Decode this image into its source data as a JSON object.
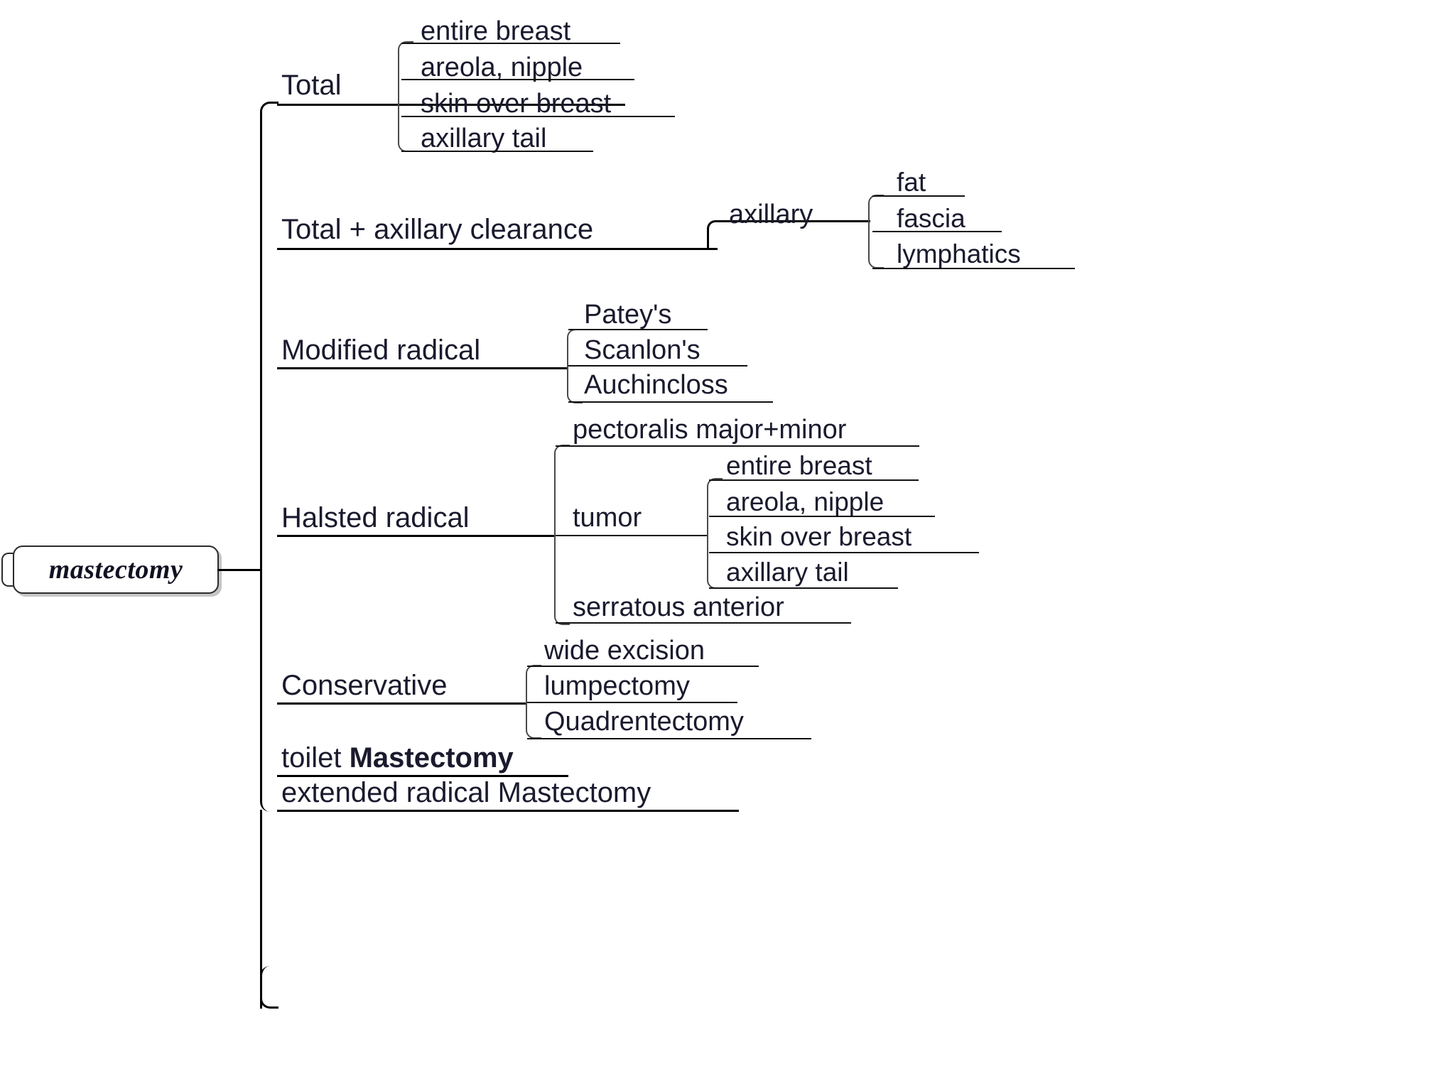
{
  "diagram": {
    "title": "mastectomy",
    "type": "mind-map",
    "root": {
      "label": "mastectomy",
      "style": "bold-italic-serif-rounded-box"
    },
    "branches": [
      {
        "id": "total",
        "label": "Total",
        "children": [
          {
            "label": "entire breast"
          },
          {
            "label": "areola, nipple"
          },
          {
            "label": "skin over breast"
          },
          {
            "label": "axillary tail"
          }
        ]
      },
      {
        "id": "total-axillary-clearance",
        "label": "Total + axillary clearance",
        "children": [
          {
            "label": "axillary",
            "children": [
              {
                "label": "fat"
              },
              {
                "label": "fascia"
              },
              {
                "label": "lymphatics"
              }
            ]
          }
        ]
      },
      {
        "id": "modified-radical",
        "label": "Modified radical",
        "children": [
          {
            "label": "Patey's"
          },
          {
            "label": "Scanlon's"
          },
          {
            "label": "Auchincloss"
          }
        ]
      },
      {
        "id": "halsted-radical",
        "label": "Halsted radical",
        "children": [
          {
            "label": "pectoralis major+minor"
          },
          {
            "label": "tumor",
            "children": [
              {
                "label": "entire breast"
              },
              {
                "label": "areola, nipple"
              },
              {
                "label": "skin over breast"
              },
              {
                "label": "axillary tail"
              }
            ]
          },
          {
            "label": "serratous anterior"
          }
        ]
      },
      {
        "id": "conservative",
        "label": "Conservative",
        "children": [
          {
            "label": "wide excision"
          },
          {
            "label": "lumpectomy"
          },
          {
            "label": "Quadrentectomy"
          }
        ]
      },
      {
        "id": "toilet-mastectomy",
        "label_plain": "toilet ",
        "label_bold": "Mastectomy",
        "children": []
      },
      {
        "id": "extended-radical-mastectomy",
        "label": "extended radical Mastectomy",
        "children": []
      }
    ],
    "colors": {
      "line": "#000000",
      "sub_line": "#4a4a4a",
      "text": "#1a1a2e",
      "background": "#ffffff"
    }
  }
}
